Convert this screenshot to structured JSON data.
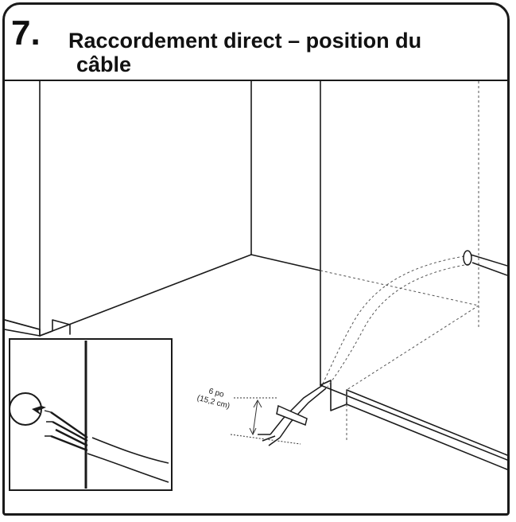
{
  "header": {
    "step_number": "7.",
    "title_line1": "Raccordement direct – position du",
    "title_line2": "câble"
  },
  "dimension": {
    "imperial": "6 po",
    "metric": "(15,2 cm)"
  }
}
